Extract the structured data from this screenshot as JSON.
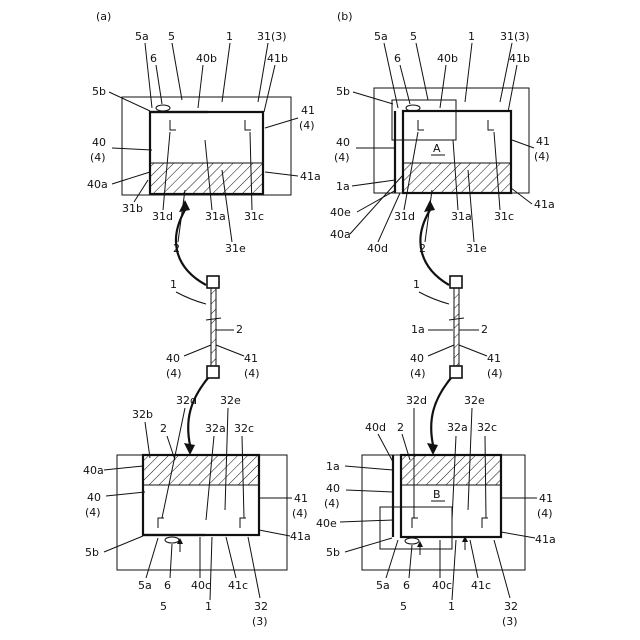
{
  "panels": {
    "a": "(a)",
    "b": "(b)"
  },
  "labels": {
    "n5a": "5a",
    "n5": "5",
    "n1": "1",
    "n31_3": "31(3)",
    "n6": "6",
    "n40b": "40b",
    "n41b": "41b",
    "n5b": "5b",
    "n41": "41",
    "n4": "(4)",
    "n40": "40",
    "n40a": "40a",
    "n41a": "41a",
    "n31b": "31b",
    "n31d": "31d",
    "n2": "2",
    "n31a": "31a",
    "n31e": "31e",
    "n31c": "31c",
    "n1a": "1a",
    "n40e": "40e",
    "n40d": "40d",
    "A": "A",
    "B": "B",
    "n32b": "32b",
    "n32d": "32d",
    "n32e": "32e",
    "n32a": "32a",
    "n32c": "32c",
    "n40c": "40c",
    "n41c": "41c",
    "n32": "32",
    "n3": "(3)"
  }
}
